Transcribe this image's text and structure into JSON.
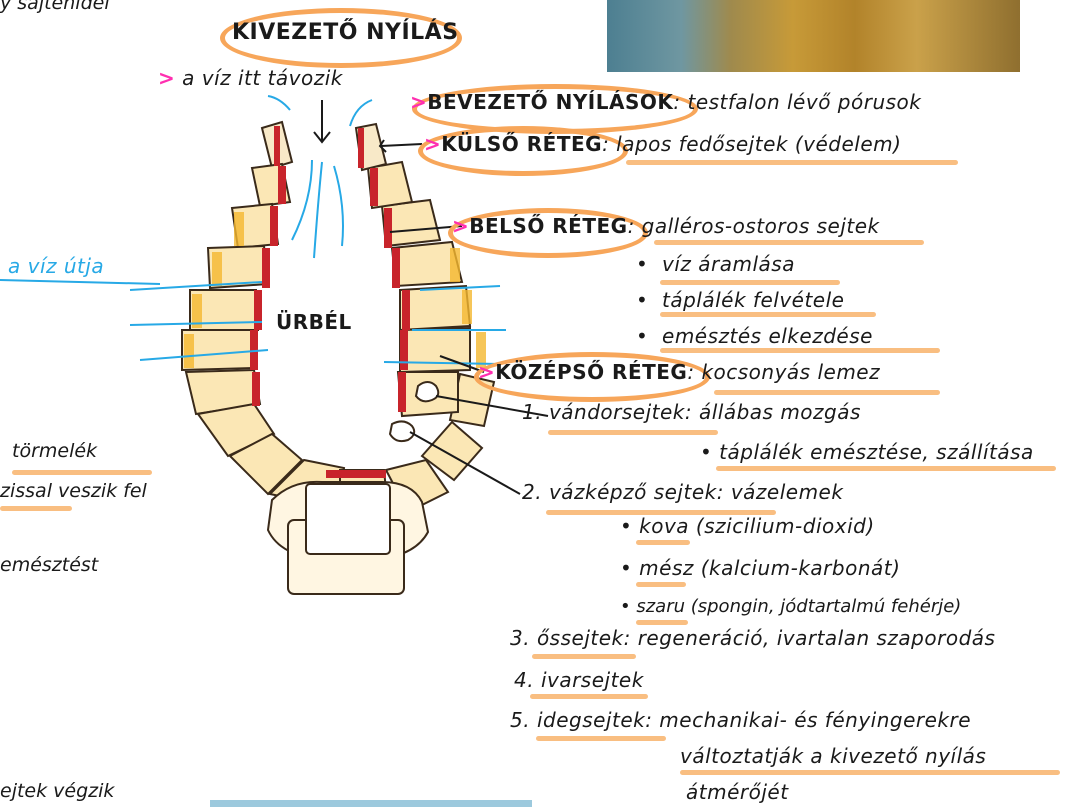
{
  "title": "KIVEZETŐ NYÍLÁS",
  "top_left_fragment": "y sajtenidei",
  "water_out": "a víz itt távozik",
  "cavity_label": "ÜRBÉL",
  "water_path_label": "a víz útja",
  "left_fragments": [
    "törmelék",
    "zissal veszik fel",
    "emésztést",
    "ejtek végzik"
  ],
  "bevezeto": {
    "title": "BEVEZETŐ NYÍLÁSOK",
    "desc": ": testfalon lévő pórusok"
  },
  "kulso": {
    "title": "KÜLSŐ RÉTEG",
    "desc": ": lapos fedősejtek (védelem)"
  },
  "belso": {
    "title": "BELSŐ RÉTEG",
    "desc": ": galléros-ostoros sejtek",
    "bullets": [
      "víz áramlása",
      "táplálék felvétele",
      "emésztés elkezdése"
    ]
  },
  "kozepso": {
    "title": "KÖZÉPSŐ RÉTEG",
    "desc": ": kocsonyás lemez"
  },
  "cells": [
    {
      "label": "1. vándorsejtek",
      "desc": ": állábas mozgás",
      "bullets": [
        "táplálék emésztése, szállítása"
      ]
    },
    {
      "label": "2. vázképző sejtek",
      "desc": ": vázelemek",
      "bullets": [
        "kova (szicilium-dioxid)",
        "mész (kalcium-karbonát)",
        "szaru (spongin, jódtartalmú fehérje)"
      ]
    },
    {
      "label": "3. őssejtek",
      "desc": ": regeneráció, ivartalan szaporodás"
    },
    {
      "label": "4. ivarsejtek",
      "desc": ""
    },
    {
      "label": "5. idegsejtek",
      "desc": ": mechanikai- és fényingerekre",
      "desc2": "változtatják a kivezető nyílás",
      "desc3": "átmérőjét"
    }
  ],
  "colors": {
    "highlight": "#f7a65a",
    "arrow_pink": "#ff2fb0",
    "water_blue": "#27a9e6",
    "cell_red": "#c8242b",
    "cell_yellow": "#f5b830"
  }
}
